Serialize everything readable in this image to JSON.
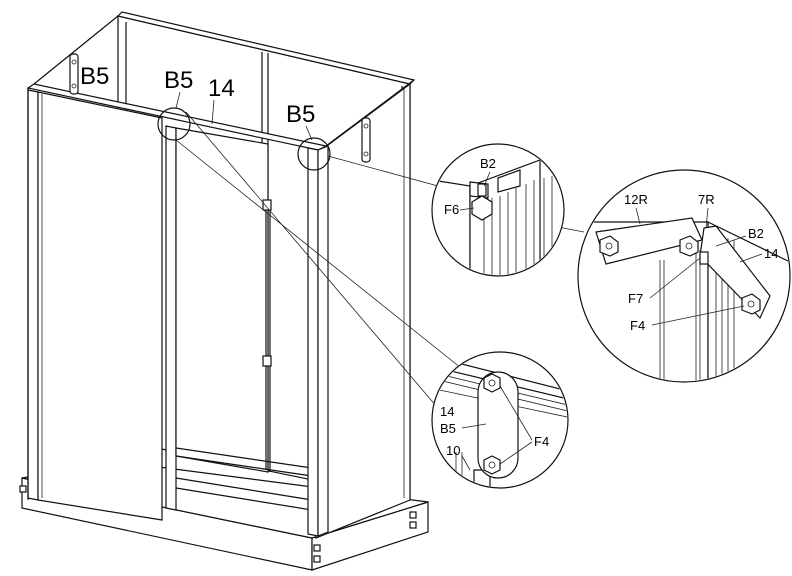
{
  "main_labels": {
    "b5_left": "B5",
    "b5_mid": "B5",
    "part_14": "14",
    "b5_right": "B5"
  },
  "detail_top": {
    "b2": "B2",
    "f6": "F6"
  },
  "detail_right": {
    "r12": "12R",
    "r7": "7R",
    "b2": "B2",
    "p14": "14",
    "f7": "F7",
    "f4": "F4"
  },
  "detail_bottom": {
    "p14": "14",
    "b5": "B5",
    "p10": "10",
    "f4": "F4"
  }
}
